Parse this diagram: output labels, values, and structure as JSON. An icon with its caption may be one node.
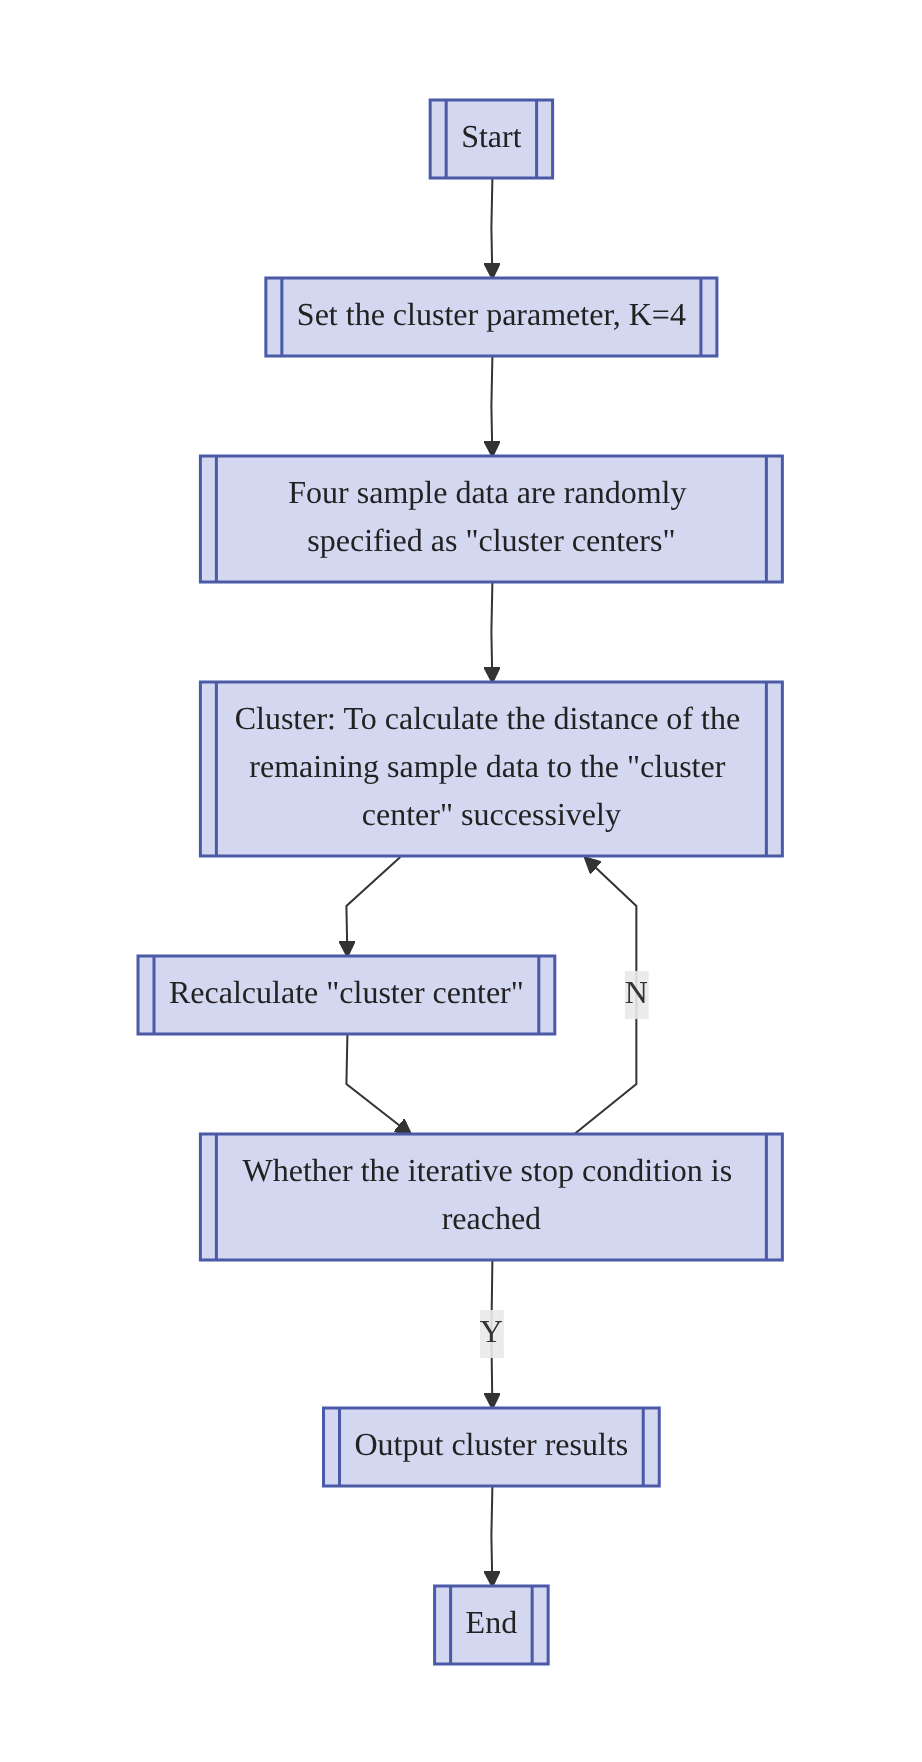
{
  "diagram": {
    "nodes": [
      {
        "text": [
          "Start"
        ]
      },
      {
        "text": [
          "Set the cluster parameter, K=4"
        ]
      },
      {
        "text": [
          "Four sample data are randomly specified as \"cluster centers\""
        ]
      },
      {
        "text": [
          "Cluster: To calculate the distance of the remaining sample data to the \"cluster center\" successively"
        ]
      },
      {
        "text": [
          "Recalculate \"cluster center\""
        ]
      },
      {
        "text": [
          "Whether the iterative stop condition is reached"
        ]
      },
      {
        "text": [
          "Output cluster results"
        ]
      },
      {
        "text": [
          "End"
        ]
      }
    ],
    "edges": [
      {
        "from": 0,
        "to": 1,
        "arrow": "to"
      },
      {
        "from": 1,
        "to": 2,
        "arrow": "to"
      },
      {
        "from": 2,
        "to": 3,
        "arrow": "to"
      },
      {
        "from": 3,
        "to": 4,
        "arrow": "to"
      },
      {
        "from": 4,
        "to": 5,
        "arrow": "to"
      },
      {
        "from": 5,
        "to": 3,
        "arrow": "to",
        "label": "N"
      },
      {
        "from": 5,
        "to": 6,
        "arrow": "to",
        "label": "Y"
      },
      {
        "from": 6,
        "to": 7,
        "arrow": "to"
      }
    ]
  }
}
